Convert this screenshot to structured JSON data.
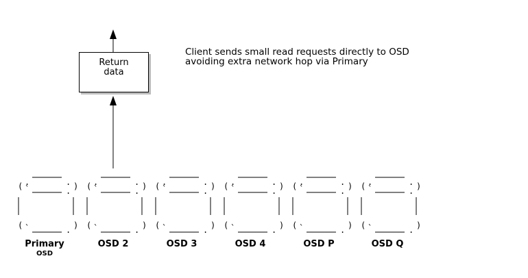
{
  "return_box": {
    "line1": "Return",
    "line2": "data"
  },
  "note": {
    "line1": "Client sends small read requests directly to OSD",
    "line2": "avoiding extra network hop via Primary"
  },
  "osds": [
    {
      "label": "Primary",
      "sublabel": "OSD"
    },
    {
      "label": "OSD 2"
    },
    {
      "label": "OSD 3"
    },
    {
      "label": "OSD 4"
    },
    {
      "label": "OSD P"
    },
    {
      "label": "OSD Q"
    }
  ]
}
